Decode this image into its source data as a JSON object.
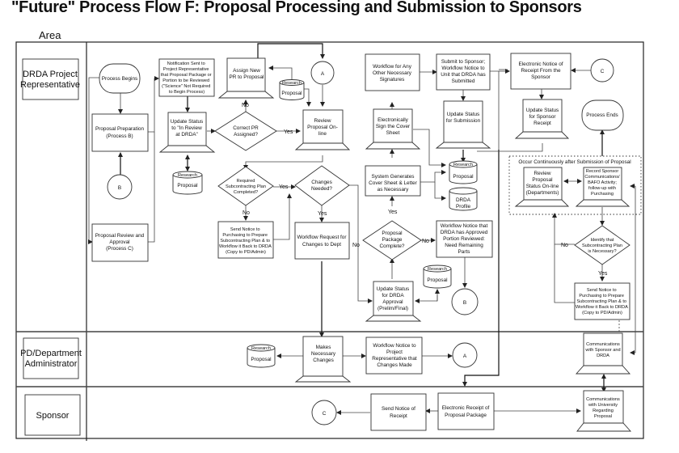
{
  "title": "\"Future\" Process Flow F: Proposal Processing and Submission to Sponsors",
  "area_label": "Area",
  "lanes": [
    {
      "label": [
        "DRDA Project",
        "Representative"
      ]
    },
    {
      "label": [
        "PD/Department",
        "Administrator"
      ]
    },
    {
      "label": [
        "Sponsor"
      ]
    }
  ],
  "nodes": {
    "process_begins": [
      "Process Begins"
    ],
    "proposal_preparation": [
      "Proposal Preparation",
      "(Process B)"
    ],
    "connector_b_left": [
      "B"
    ],
    "proposal_review_approval": [
      "Proposal Review and",
      "Approval",
      "(Process C)"
    ],
    "notification_sent": [
      "Notification Sent to",
      "Project Representative",
      "that Proposal Package or",
      "Portion to be Reviewed",
      "(\"Science\" Not Required",
      "to Begin Process)"
    ],
    "update_status_in_review": [
      "Update Status",
      "to \"In Review",
      "at DRDA\""
    ],
    "research_proposal_db1": [
      "Research",
      "Proposal"
    ],
    "assign_new_pr": [
      "Assign New",
      "PR to Proposal"
    ],
    "research_proposal_db2": [
      "Research",
      "Proposal"
    ],
    "connector_a_top": [
      "A"
    ],
    "correct_pr_assigned": [
      "Correct PR",
      "Assigned?"
    ],
    "review_proposal_online": [
      "Review",
      "Proposal On-",
      "line"
    ],
    "required_subcontracting": [
      "Required",
      "Subcontracting Plan",
      "Completed?"
    ],
    "send_notice_purchasing_1": [
      "Send Notice to",
      "Purchasing to Prepare",
      "Subcontracting Plan & to",
      "Workflow it Back to DRDA",
      "(Copy to PD/Admin)"
    ],
    "changes_needed": [
      "Changes",
      "Needed?"
    ],
    "workflow_request_changes": [
      "Workflow Request for",
      "Changes to Dept"
    ],
    "workflow_other_signatures": [
      "Workflow for Any",
      "Other Necessary",
      "Signatures"
    ],
    "electronically_sign": [
      "Electronically",
      "Sign the Cover",
      "Sheet"
    ],
    "system_generates_cover": [
      "System Generates",
      "Cover Sheet & Letter",
      "as Necessary"
    ],
    "proposal_package_complete": [
      "Proposal",
      "Package",
      "Complete?"
    ],
    "update_status_drda_approval": [
      "Update Status",
      "for DRDA",
      "Approval",
      "(Prelim/Final)"
    ],
    "research_proposal_db3": [
      "Research",
      "Proposal"
    ],
    "submit_to_sponsor": [
      "Submit to Sponsor;",
      "Workflow Notice to",
      "Unit that DRDA has",
      "Submitted"
    ],
    "update_status_submission": [
      "Update Status",
      "for Submission"
    ],
    "research_proposal_db4": [
      "Research",
      "Proposal"
    ],
    "drda_profile_db": [
      "DRDA",
      "Profile"
    ],
    "workflow_notice_approved": [
      "Workflow Notice that",
      "DRDA has Approved",
      "Portion Reviewed:",
      "Need Remaining",
      "Parts"
    ],
    "research_proposal_db5": [
      "Research",
      "Proposal"
    ],
    "connector_b_mid": [
      "B"
    ],
    "electronic_notice_receipt": [
      "Electronic Notice of",
      "Receipt From the",
      "Sponsor"
    ],
    "connector_c_top": [
      "C"
    ],
    "update_status_sponsor_receipt": [
      "Update Status",
      "for Sponsor",
      "Receipt"
    ],
    "process_ends": [
      "Process Ends"
    ],
    "continuous_group": [
      "Occur Continuously after Submission of Proposal"
    ],
    "review_status_online": [
      "Review",
      "Proposal",
      "Status On-line",
      "(Departments)"
    ],
    "record_sponsor_comms": [
      "Record Sponsor",
      "Communications/",
      "BAFO Activity;",
      "follow-up with",
      "Purchasing"
    ],
    "identify_subcontracting": [
      "Identify that",
      "Subcontracting Plan",
      "is Necessary?"
    ],
    "send_notice_purchasing_2": [
      "Send Notice to",
      "Purchasing to Prepare",
      "Subcontracting Plan & to",
      "Workflow it Back to DRDA",
      "(Copy to PD/Admin)"
    ],
    "research_proposal_db6": [
      "Research",
      "Proposal"
    ],
    "makes_necessary_changes": [
      "Makes",
      "Necessary",
      "Changes"
    ],
    "workflow_notice_changes": [
      "Workflow Notice to",
      "Project",
      "Representative that",
      "Changes Made"
    ],
    "connector_a_bottom": [
      "A"
    ],
    "comms_sponsor_drda": [
      "Communications",
      "with Sponsor and",
      "DRDA"
    ],
    "connector_c_bottom": [
      "C"
    ],
    "send_notice_receipt": [
      "Send Notice of",
      "Receipt"
    ],
    "electronic_receipt_package": [
      "Electronic Receipt of",
      "Proposal Package"
    ],
    "comms_university": [
      "Communications",
      "with University",
      "Regarding",
      "Proposal"
    ]
  },
  "edge_labels": {
    "yes": "Yes",
    "no": "No"
  }
}
